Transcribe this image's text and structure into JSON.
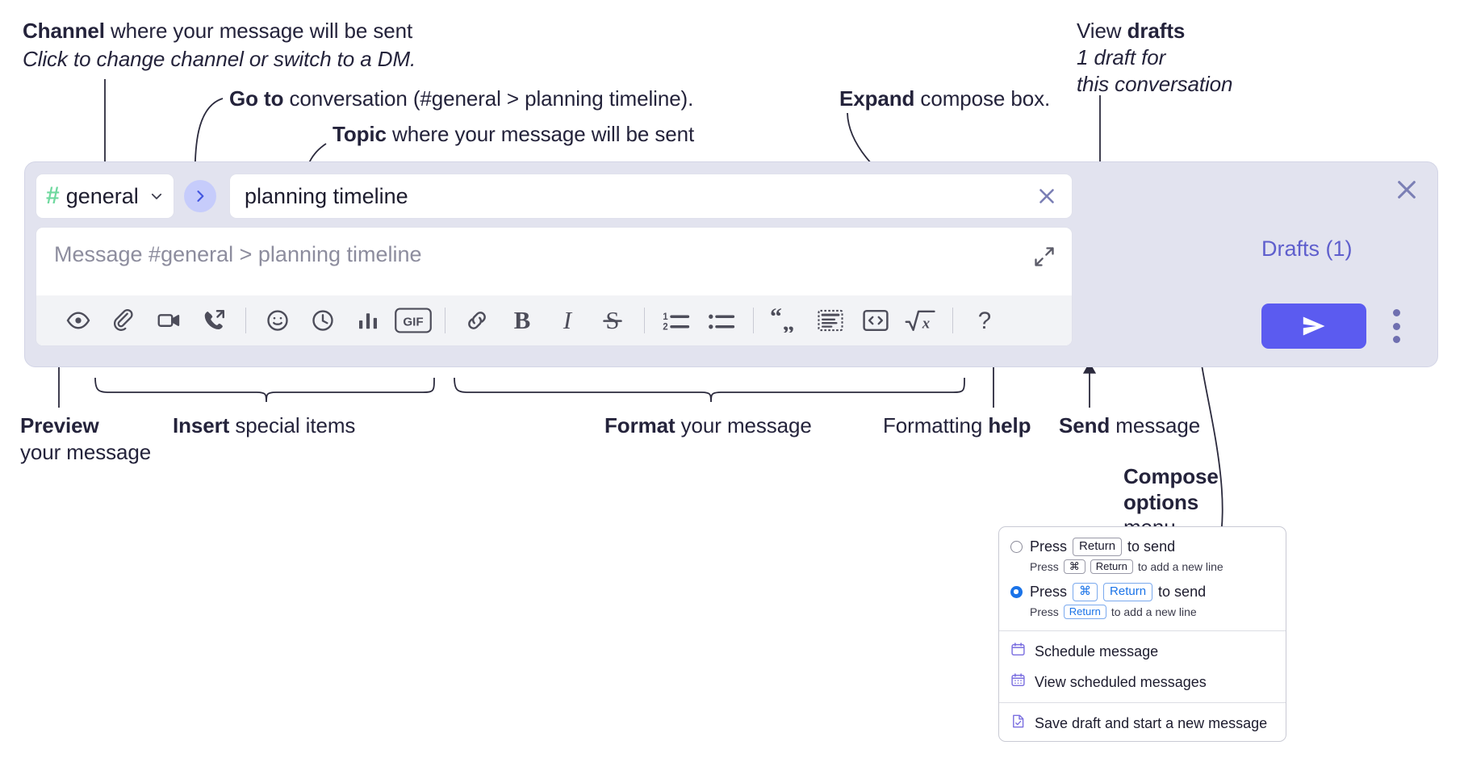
{
  "annotations": {
    "channel": {
      "bold": "Channel",
      "rest": " where your message will be sent",
      "sub": "Click to change channel or switch to a DM."
    },
    "goto": {
      "bold": "Go to",
      "rest": " conversation (#general > planning timeline)."
    },
    "topic": {
      "bold": "Topic",
      "rest": " where your message will be sent"
    },
    "expand": {
      "bold": "Expand",
      "rest": " compose box."
    },
    "drafts": {
      "bold_pre": "View ",
      "bold": "drafts",
      "sub1": "1 draft for",
      "sub2": "this conversation"
    },
    "preview": {
      "bold": "Preview",
      "sub": "your message"
    },
    "insert": {
      "bold": "Insert",
      "rest": " special items"
    },
    "format": {
      "bold": "Format",
      "rest": " your message"
    },
    "help": {
      "pre": "Formatting ",
      "bold": "help"
    },
    "send": {
      "bold": "Send",
      "rest": " message"
    },
    "compose_options": {
      "bold1": "Compose",
      "bold2": "options",
      "rest": "menu"
    }
  },
  "compose": {
    "channel_name": "general",
    "hash_symbol": "#",
    "topic_value": "planning timeline",
    "message_placeholder": "Message #general > planning timeline",
    "drafts_label": "Drafts (1)",
    "toolbar": [
      {
        "name": "preview-icon",
        "label": "Preview"
      },
      {
        "name": "attachment-icon",
        "label": "Attach file"
      },
      {
        "name": "video-icon",
        "label": "Video"
      },
      {
        "name": "call-icon",
        "label": "Call"
      },
      {
        "name": "divider",
        "label": ""
      },
      {
        "name": "emoji-icon",
        "label": "Emoji"
      },
      {
        "name": "clock-icon",
        "label": "Reminder"
      },
      {
        "name": "poll-icon",
        "label": "Poll"
      },
      {
        "name": "gif-icon",
        "label": "GIF"
      },
      {
        "name": "divider",
        "label": ""
      },
      {
        "name": "link-icon",
        "label": "Link"
      },
      {
        "name": "bold-icon",
        "label": "B"
      },
      {
        "name": "italic-icon",
        "label": "I"
      },
      {
        "name": "strikethrough-icon",
        "label": "S"
      },
      {
        "name": "divider",
        "label": ""
      },
      {
        "name": "ordered-list-icon",
        "label": "Ordered list"
      },
      {
        "name": "bulleted-list-icon",
        "label": "Bulleted list"
      },
      {
        "name": "divider",
        "label": ""
      },
      {
        "name": "blockquote-icon",
        "label": "Blockquote"
      },
      {
        "name": "code-block-icon",
        "label": "Code block"
      },
      {
        "name": "inline-code-icon",
        "label": "Code"
      },
      {
        "name": "math-icon",
        "label": "Math"
      },
      {
        "name": "divider",
        "label": ""
      },
      {
        "name": "help-icon",
        "label": "?"
      }
    ]
  },
  "menu": {
    "option1": {
      "pre": "Press",
      "key": "Return",
      "post": "to send",
      "sub_pre": "Press",
      "sub_key1": "⌘",
      "sub_key2": "Return",
      "sub_post": "to add a new line",
      "selected": false
    },
    "option2": {
      "pre": "Press",
      "key1": "⌘",
      "key2": "Return",
      "post": "to send",
      "sub_pre": "Press",
      "sub_key": "Return",
      "sub_post": "to add a new line",
      "selected": true
    },
    "items": [
      {
        "icon": "calendar-icon",
        "label": "Schedule message"
      },
      {
        "icon": "calendar-grid-icon",
        "label": "View scheduled messages"
      },
      {
        "icon": "save-draft-icon",
        "label": "Save draft and start a new message"
      }
    ]
  },
  "colors": {
    "panel_bg": "#e2e3ef",
    "send_purple": "#5b5bf0",
    "hash_green": "#6fd99f",
    "drafts_purple": "#5f5fcd",
    "goto_bg": "#c6ccfb",
    "radio_blue": "#1a73e8",
    "menu_icon_purple": "#7b6fe0"
  }
}
